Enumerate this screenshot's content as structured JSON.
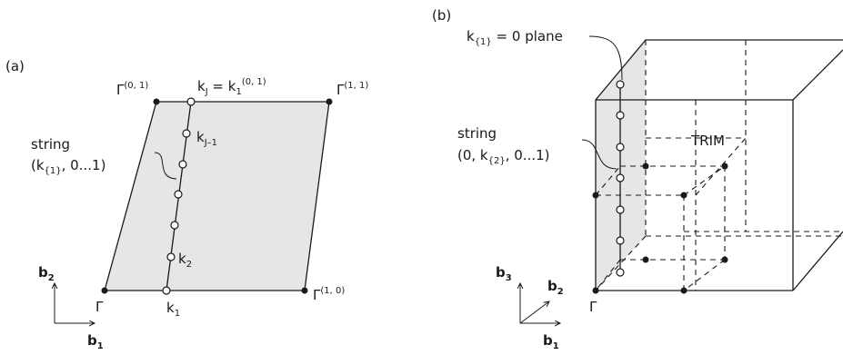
{
  "panel_a": {
    "label": "(a)",
    "corner_gamma": "Γ",
    "corner_01": "Γ",
    "corner_01_sup": "(0, 1)",
    "corner_11": "Γ",
    "corner_11_sup": "(1, 1)",
    "corner_10": "Γ",
    "corner_10_sup": "(1, 0)",
    "kJ_left": "k",
    "kJ_left_sub": "J",
    "kJ_eq": " = k",
    "kJ_right_sub": "1",
    "kJ_right_sup": "(0, 1)",
    "kJm1": "k",
    "kJm1_sub": "J–1",
    "k2": "k",
    "k2_sub": "2",
    "k1": "k",
    "k1_sub": "1",
    "string_line1": "string",
    "string_line2a": "(k",
    "string_line2_sub": "{1}",
    "string_line2b": ", 0...1)",
    "axis_b1": "b",
    "axis_b1_sub": "1",
    "axis_b2": "b",
    "axis_b2_sub": "2"
  },
  "panel_b": {
    "label": "(b)",
    "plane_a": "k",
    "plane_sub": "{1}",
    "plane_b": " = 0 plane",
    "trim": "TRIM",
    "string_line1": "string",
    "string_line2a": "(0, k",
    "string_line2_sub": "{2}",
    "string_line2b": ", 0...1)",
    "gamma": "Γ",
    "axis_b1": "b",
    "axis_b1_sub": "1",
    "axis_b2": "b",
    "axis_b2_sub": "2",
    "axis_b3": "b",
    "axis_b3_sub": "3"
  },
  "colors": {
    "shade": "#e6e6e8",
    "line": "#1a1a1a"
  }
}
